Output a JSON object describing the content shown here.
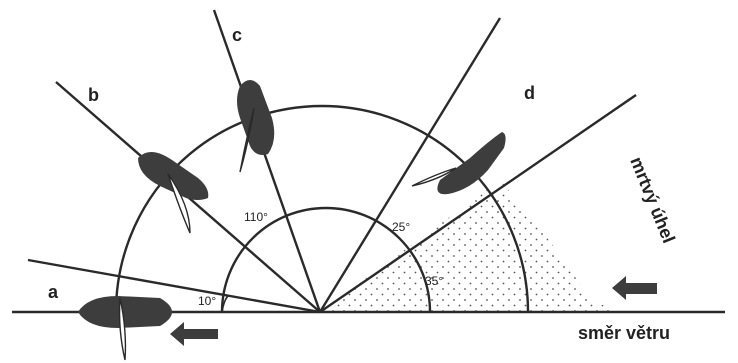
{
  "labels": {
    "a": "a",
    "b": "b",
    "c": "c",
    "d": "d"
  },
  "angles": {
    "a10": "10°",
    "b110": "110°",
    "c25": "25°",
    "d35": "35°"
  },
  "captions": {
    "dead_angle": "mrtvý úhel",
    "wind_direction": "směr větru"
  },
  "colors": {
    "ink": "#2a2a2a",
    "hull": "#3d3d3d",
    "dots": "#555555"
  },
  "icons": {
    "wind_arrow": "arrow-left-icon",
    "boat_arrow": "arrow-left-icon"
  }
}
